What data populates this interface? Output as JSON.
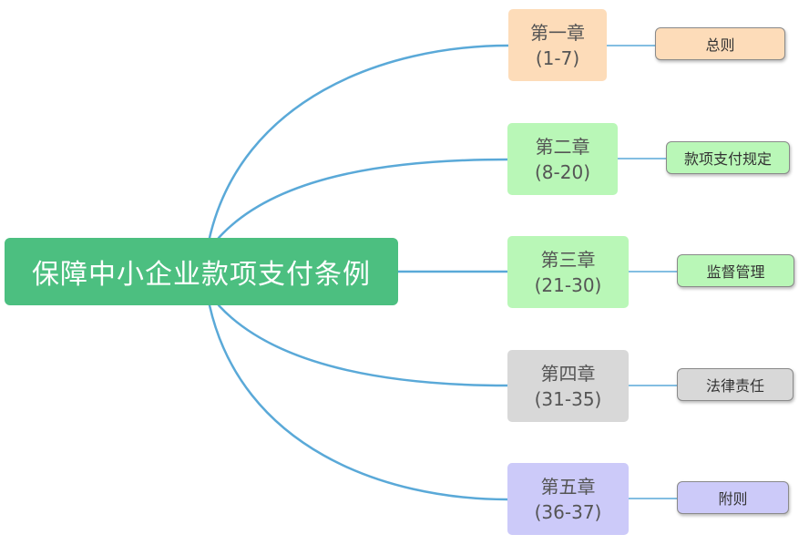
{
  "root": {
    "title": "保障中小企业款项支付条例"
  },
  "chapters": [
    {
      "title": "第一章",
      "range": "(1-7)",
      "topic": "总则",
      "color": "#fddcb9"
    },
    {
      "title": "第二章",
      "range": "(8-20)",
      "topic": "款项支付规定",
      "color": "#b9f7b7"
    },
    {
      "title": "第三章",
      "range": "(21-30)",
      "topic": "监督管理",
      "color": "#b9f7b7"
    },
    {
      "title": "第四章",
      "range": "(31-35)",
      "topic": "法律责任",
      "color": "#d8d8d8"
    },
    {
      "title": "第五章",
      "range": "(36-37)",
      "topic": "附则",
      "color": "#cccaf9"
    }
  ],
  "colors": {
    "root": "#4cbf80",
    "connector": "#5aa9d8"
  }
}
